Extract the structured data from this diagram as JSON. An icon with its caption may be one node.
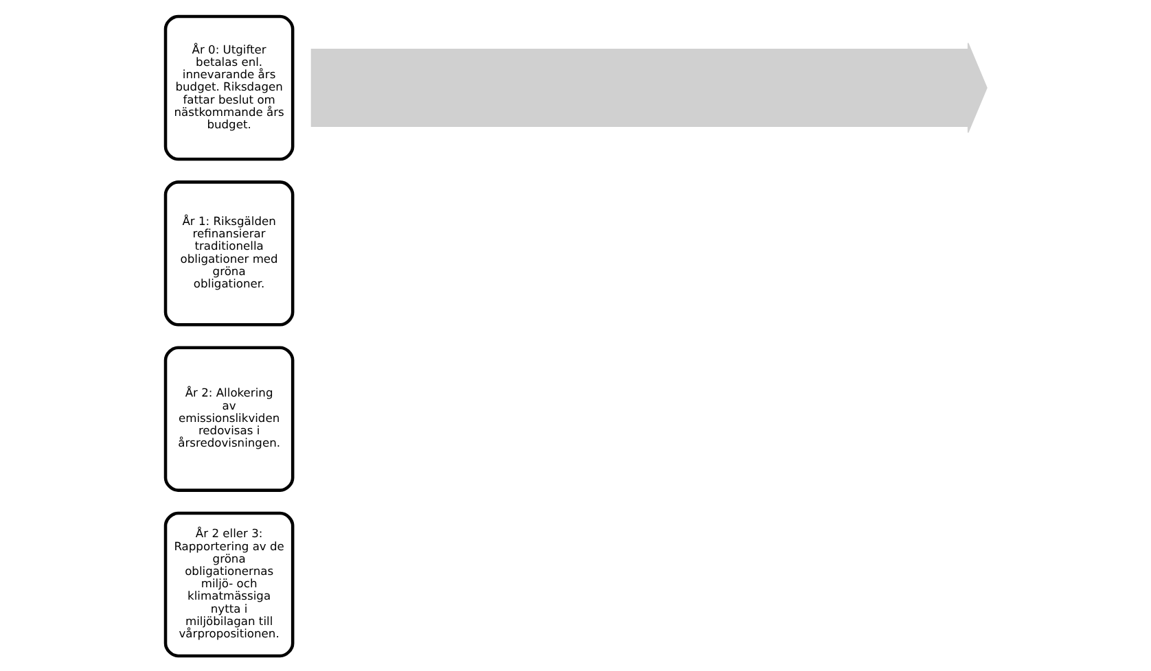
{
  "diagram": {
    "nodes": [
      {
        "text": [],
        "shape": "arrow"
      },
      {
        "text": [
          "År 0: Utgifter betalas enl. innevarande års budget. Riksdagen fattar beslut om nästkommande års budget."
        ]
      },
      {
        "text": [
          "År 1: Riksgälden refinansierar traditionella obligationer med gröna obligationer."
        ]
      },
      {
        "text": [
          "År 2: Allokering av emissionslikviden redovisas i årsredovisningen."
        ]
      },
      {
        "text": [
          "År 2 eller 3: Rapportering av de gröna obligationernas miljö- och klimatmässiga nytta i miljöbilagan till vårpropositionen."
        ]
      }
    ],
    "edges": []
  }
}
